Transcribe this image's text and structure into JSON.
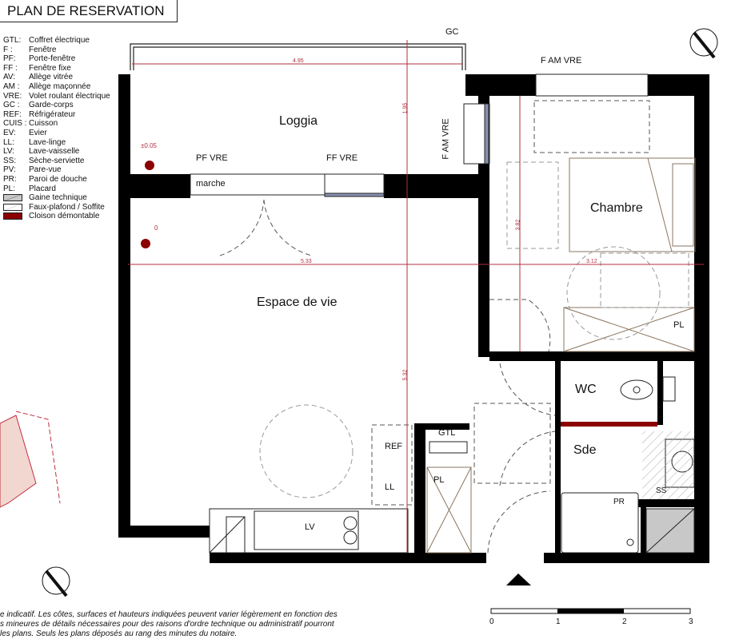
{
  "title": "PLAN DE RESERVATION",
  "legend": [
    {
      "code": "GTL:",
      "label": "Coffret électrique"
    },
    {
      "code": "F :",
      "label": "Fenêtre"
    },
    {
      "code": "PF:",
      "label": "Porte-fenêtre"
    },
    {
      "code": "FF :",
      "label": "Fenêtre fixe"
    },
    {
      "code": "AV:",
      "label": "Allège vitrée"
    },
    {
      "code": "AM :",
      "label": "Allège maçonnée"
    },
    {
      "code": "VRE:",
      "label": "Volet roulant électrique"
    },
    {
      "code": "GC :",
      "label": "Garde-corps"
    },
    {
      "code": "REF:",
      "label": "Réfrigérateur"
    },
    {
      "code": "CUIS :",
      "label": "Cuisson"
    },
    {
      "code": "EV:",
      "label": "Evier"
    },
    {
      "code": "LL:",
      "label": "Lave-linge"
    },
    {
      "code": "LV:",
      "label": "Lave-vaisselle"
    },
    {
      "code": "SS:",
      "label": "Sèche-serviette"
    },
    {
      "code": "PV:",
      "label": "Pare-vue"
    },
    {
      "code": "PR:",
      "label": "Paroi de douche"
    },
    {
      "code": "PL:",
      "label": "Placard"
    }
  ],
  "legend_swatches": [
    {
      "label": "Gaine technique",
      "color": "#c8c8c8"
    },
    {
      "label": "Faux-plafond / Soffite",
      "color": "#ffffff"
    },
    {
      "label": "Cloison démontable",
      "color": "#8b0000"
    }
  ],
  "rooms": {
    "loggia": "Loggia",
    "living": "Espace de vie",
    "bedroom": "Chambre",
    "wc": "WC",
    "bathroom": "Sde"
  },
  "labels": {
    "gc": "GC",
    "f_am_vre_top": "F AM VRE",
    "f_am_vre_side": "F AM VRE",
    "pf_vre": "PF VRE",
    "ff_vre": "FF VRE",
    "marche": "marche",
    "gtl": "GTL",
    "ref": "REF",
    "ll": "LL",
    "lv": "LV",
    "pl_bedroom": "PL",
    "pl_entry": "PL",
    "ss": "SS",
    "pr": "PR"
  },
  "levels": {
    "loggia": "±0.05",
    "living": "0"
  },
  "dimensions": {
    "loggia_width": "4.95",
    "loggia_depth": "1.95",
    "living_width": "5.33",
    "living_depth": "5.32",
    "bedroom_width": "3.12",
    "bedroom_depth": "3.82"
  },
  "scale": [
    "0",
    "1",
    "2",
    "3"
  ],
  "note": [
    "e indicatif. Les côtes, surfaces et hauteurs indiquées peuvent varier légèrement en fonction des",
    "s mineures de détails nécessaires pour des raisons d'ordre technique ou administratif pourront",
    " les plans. Seuls les plans déposés au rang des minutes du notaire."
  ],
  "colors": {
    "wall": "#000000",
    "dimension": "#b03040",
    "partition": "#8b0000",
    "furniture": "#8a7560"
  }
}
